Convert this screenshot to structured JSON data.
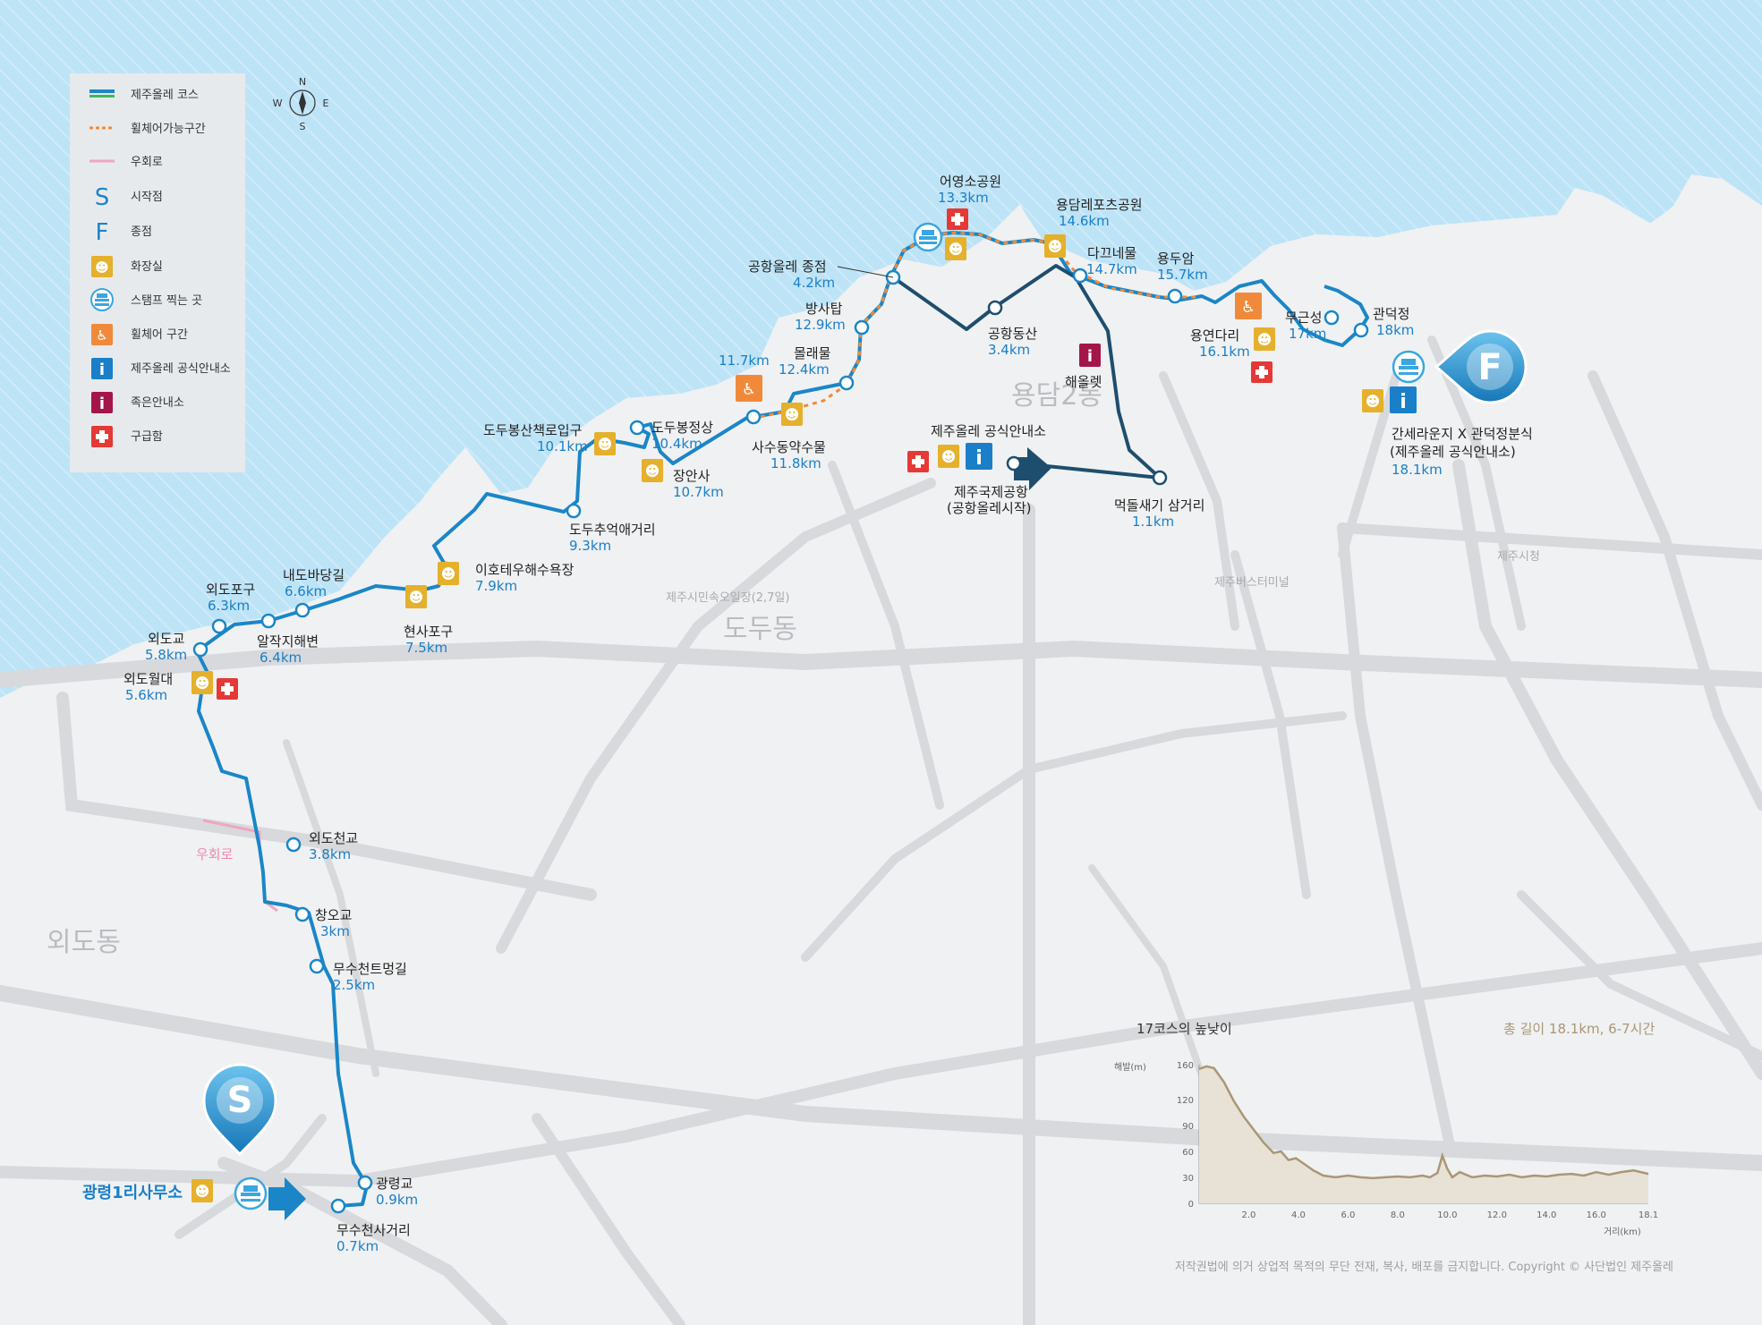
{
  "legend": {
    "items": [
      {
        "label": "제주올레 코스",
        "icon": "route-line-icon"
      },
      {
        "label": "휠체어가능구간",
        "icon": "wheelchair-route-icon"
      },
      {
        "label": "우회로",
        "icon": "detour-line-icon"
      },
      {
        "label": "시작점",
        "icon": "start-icon",
        "glyph": "S"
      },
      {
        "label": "종점",
        "icon": "finish-icon",
        "glyph": "F"
      },
      {
        "label": "화장실",
        "icon": "toilet-icon"
      },
      {
        "label": "스탬프 찍는 곳",
        "icon": "stamp-icon"
      },
      {
        "label": "휠체어 구간",
        "icon": "wheelchair-icon"
      },
      {
        "label": "제주올레 공식안내소",
        "icon": "info-center-icon",
        "glyph": "i"
      },
      {
        "label": "족은안내소",
        "icon": "small-info-icon",
        "glyph": "i"
      },
      {
        "label": "구급함",
        "icon": "first-aid-icon"
      }
    ]
  },
  "compass": {
    "n": "N",
    "e": "E",
    "s": "S",
    "w": "W"
  },
  "areas": {
    "yongdam": "용담2동",
    "dodu": "도두동",
    "oedo": "외도동"
  },
  "landmarks": {
    "market": "제주시민속오일장(2,7일)",
    "bus_terminal": "제주버스터미널",
    "city_hall": "제주시청",
    "detour": "우회로"
  },
  "start": {
    "glyph": "S",
    "name": "광령1리사무소"
  },
  "finish": {
    "glyph": "F",
    "name_line1": "간세라운지 X 관덕정분식",
    "name_line2": "(제주올레 공식안내소)",
    "km": "18.1km"
  },
  "airport": {
    "name_line1": "제주국제공항",
    "name_line2": "(공항올레시작)",
    "info_label": "제주올레 공식안내소"
  },
  "haeollet": "해올렛",
  "waypoints": [
    {
      "name": "무수천사거리",
      "km": "0.7km"
    },
    {
      "name": "광령교",
      "km": "0.9km"
    },
    {
      "name": "무수천트멍길",
      "km": "2.5km"
    },
    {
      "name": "창오교",
      "km": "3km"
    },
    {
      "name": "외도천교",
      "km": "3.8km"
    },
    {
      "name": "외도월대",
      "km": "5.6km"
    },
    {
      "name": "외도교",
      "km": "5.8km"
    },
    {
      "name": "외도포구",
      "km": "6.3km"
    },
    {
      "name": "알작지해변",
      "km": "6.4km"
    },
    {
      "name": "내도바당길",
      "km": "6.6km"
    },
    {
      "name": "현사포구",
      "km": "7.5km"
    },
    {
      "name": "이호테우해수욕장",
      "km": "7.9km"
    },
    {
      "name": "도두추억애거리",
      "km": "9.3km"
    },
    {
      "name": "도두봉산책로입구",
      "km": "10.1km"
    },
    {
      "name": "도두봉정상",
      "km": "10.4km"
    },
    {
      "name": "장안사",
      "km": "10.7km"
    },
    {
      "name": "사수동약수물",
      "km": "11.8km"
    },
    {
      "name": "",
      "km": "11.7km"
    },
    {
      "name": "몰래물",
      "km": "12.4km"
    },
    {
      "name": "방사탑",
      "km": "12.9km"
    },
    {
      "name": "어영소공원",
      "km": "13.3km"
    },
    {
      "name": "용담레포츠공원",
      "km": "14.6km"
    },
    {
      "name": "다끄네물",
      "km": "14.7km"
    },
    {
      "name": "용두암",
      "km": "15.7km"
    },
    {
      "name": "용연다리",
      "km": "16.1km"
    },
    {
      "name": "무근성",
      "km": "17km"
    },
    {
      "name": "관덕정",
      "km": "18km"
    },
    {
      "name": "공항올레 종점",
      "km": "4.2km"
    },
    {
      "name": "공항동산",
      "km": "3.4km"
    },
    {
      "name": "먹돌새기 삼거리",
      "km": "1.1km"
    }
  ],
  "elevation": {
    "title": "17코스의 높낮이",
    "ylabel": "해발(m)",
    "xlabel": "거리(km)",
    "summary": "총 길이 18.1km, 6-7시간"
  },
  "chart_data": {
    "type": "area",
    "title": "17코스의 높낮이",
    "xlabel": "거리(km)",
    "ylabel": "해발(m)",
    "xlim": [
      0,
      18.1
    ],
    "ylim": [
      0,
      160
    ],
    "xticks": [
      "2.0",
      "4.0",
      "6.0",
      "8.0",
      "10.0",
      "12.0",
      "14.0",
      "16.0",
      "18.1"
    ],
    "yticks": [
      "0",
      "30",
      "60",
      "90",
      "120",
      "160"
    ],
    "x": [
      0,
      0.3,
      0.6,
      1.0,
      1.4,
      1.8,
      2.2,
      2.6,
      3.0,
      3.3,
      3.6,
      3.9,
      4.2,
      4.6,
      5.0,
      5.5,
      6.0,
      6.5,
      7.0,
      7.5,
      8.0,
      8.5,
      9.0,
      9.3,
      9.6,
      9.8,
      10.0,
      10.2,
      10.5,
      11.0,
      11.5,
      12.0,
      12.5,
      13.0,
      13.5,
      14.0,
      14.5,
      15.0,
      15.5,
      16.0,
      16.5,
      17.0,
      17.5,
      18.1
    ],
    "y": [
      155,
      158,
      156,
      140,
      118,
      100,
      85,
      70,
      58,
      60,
      50,
      52,
      46,
      38,
      32,
      30,
      32,
      30,
      29,
      30,
      31,
      30,
      32,
      30,
      35,
      55,
      40,
      30,
      36,
      30,
      32,
      31,
      33,
      30,
      32,
      31,
      33,
      34,
      32,
      36,
      33,
      36,
      38,
      34
    ]
  },
  "copyright": "저작권법에 의거 상업적 목적의 무단 전재, 복사, 배포를 금지합니다. Copyright © 사단법인 제주올레",
  "colors": {
    "sea": "#bde3f7",
    "land": "#f0f1f2",
    "road": "#d7d9dc",
    "route": "#1a86c8",
    "airport_route": "#1e4e6e",
    "wheelchair": "#f08a3a",
    "detour": "#f0a6c0",
    "toilet": "#e5b02b",
    "aid": "#e53935",
    "info": "#1a7fc8",
    "small_info": "#a4154a",
    "elev": "#a99776"
  }
}
